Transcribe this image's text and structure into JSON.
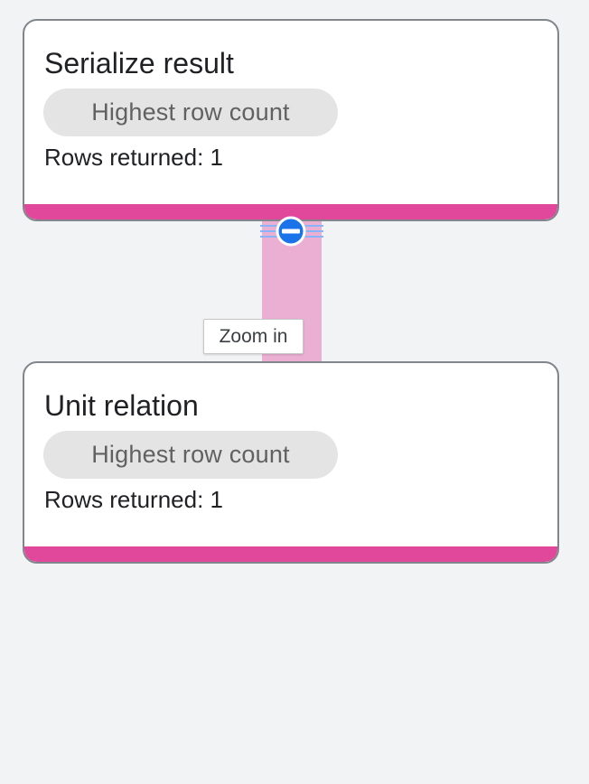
{
  "colors": {
    "node_accent": "#e1479a",
    "edge": "#ebafd3",
    "handle": "#1a73e8"
  },
  "nodes": [
    {
      "title": "Serialize result",
      "chip": "Highest row count",
      "rows": "Rows returned: 1"
    },
    {
      "title": "Unit relation",
      "chip": "Highest row count",
      "rows": "Rows returned: 1"
    }
  ],
  "tooltip": {
    "text": "Zoom in"
  },
  "icons": {
    "collapse": "minus-circle-icon"
  }
}
